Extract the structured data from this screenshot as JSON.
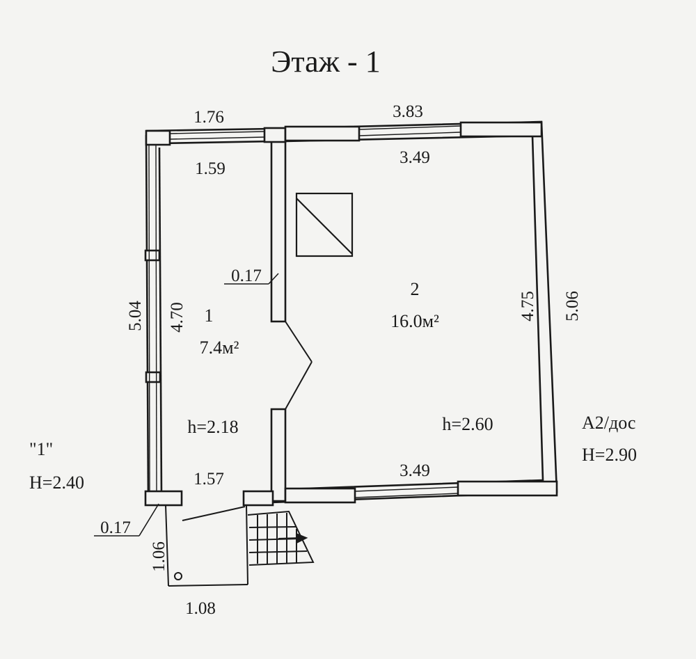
{
  "title": "Этаж  - 1",
  "dimensions": {
    "room1_outer_width": "1.76",
    "room1_inner_width": "1.59",
    "room2_outer_width": "3.83",
    "room2_inner_width_top": "3.49",
    "room2_inner_width_bottom": "3.49",
    "partition_thickness": "0.17",
    "room1_outer_length": "5.04",
    "room1_inner_length": "4.70",
    "room2_inner_length": "4.75",
    "room2_outer_length": "5.06",
    "room1_lower_width": "1.57",
    "wall_thickness": "0.17",
    "porch_length": "1.06",
    "porch_width": "1.08"
  },
  "rooms": [
    {
      "number": "1",
      "area": "7.4м²",
      "height": "h=2.18"
    },
    {
      "number": "2",
      "area": "16.0м²",
      "height": "h=2.60"
    }
  ],
  "annex": {
    "mark": "\"1\"",
    "height": "H=2.40"
  },
  "main_building": {
    "mark": "A2/дос",
    "height": "H=2.90"
  }
}
